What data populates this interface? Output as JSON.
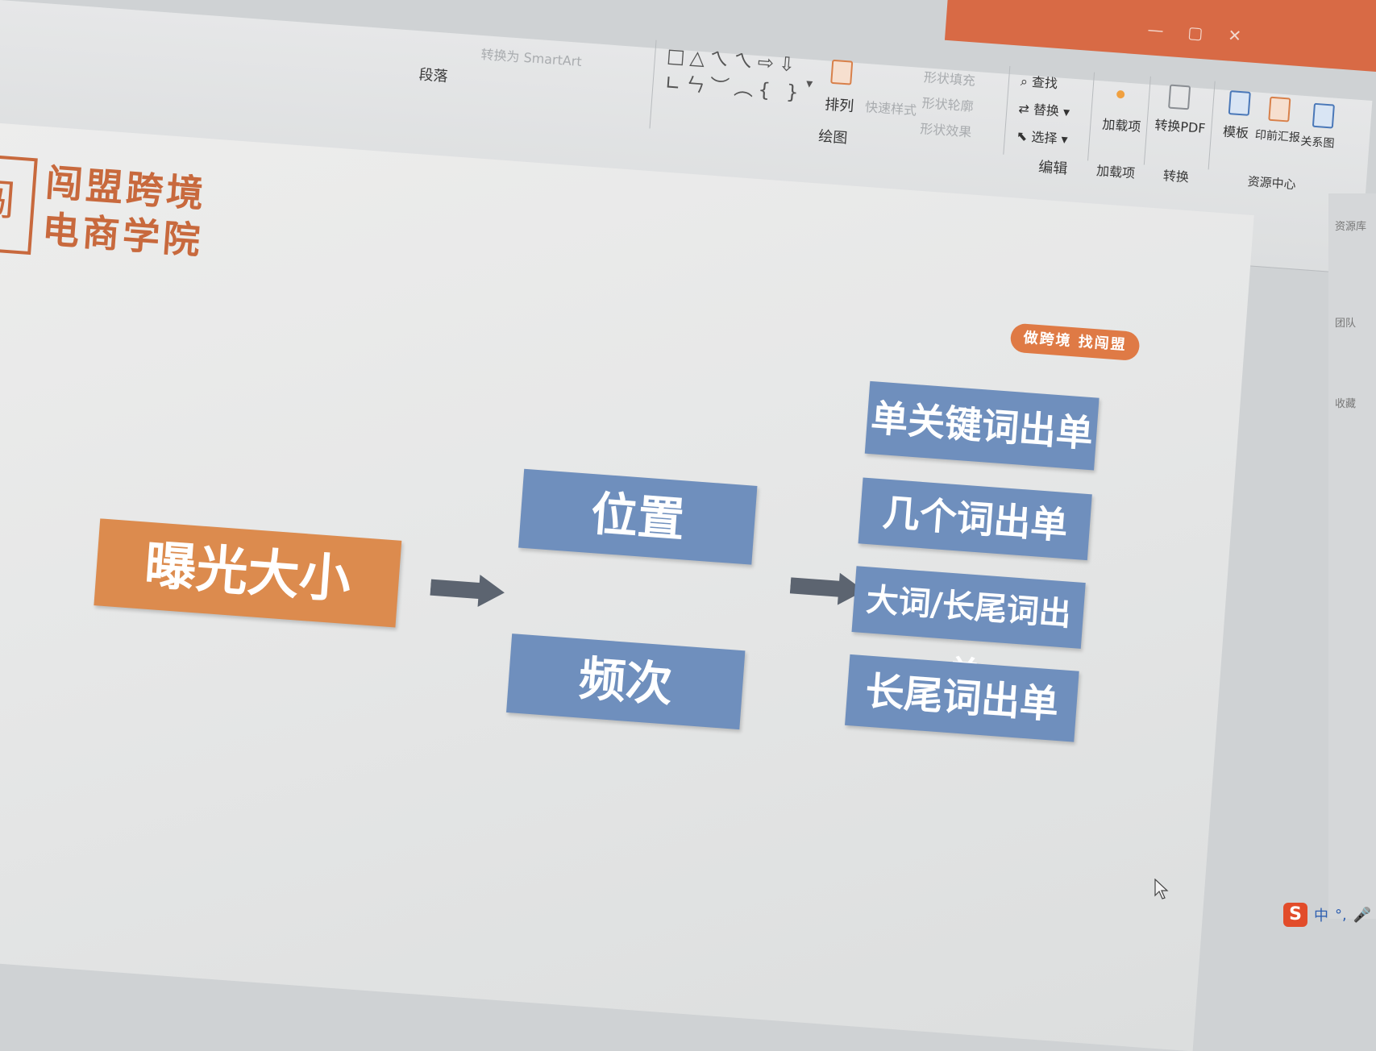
{
  "ribbon": {
    "paragraph_group_label": "段落",
    "smartart_label": "转换为 SmartArt",
    "drawing_group_label": "绘图",
    "arrange_label": "排列",
    "quick_styles_label": "快速样式",
    "shape_fill_label": "形状填充",
    "shape_outline_label": "形状轮廓",
    "shape_effects_label": "形状效果",
    "find_label": "查找",
    "replace_label": "替换",
    "select_label": "选择",
    "editing_group_label": "编辑",
    "addin_button_label": "加载项",
    "addin_group_label": "加载项",
    "convert_pdf_label": "转换PDF",
    "convert_group_label": "转换",
    "template_label": "模板",
    "print_label": "印前汇报",
    "relation_label": "关系图",
    "resource_center_label": "资源中心",
    "shapes_row1": "□△ㄟㄟ⇨⇩",
    "shapes_row2": "∟ㄣ︶︵{ }"
  },
  "side_panel": {
    "item1": "资源库",
    "item2": "团队",
    "item3": "收藏"
  },
  "slide": {
    "logo_mark": "闯",
    "logo_line1": "闯盟跨境",
    "logo_line2": "电商学院",
    "badge": "做跨境 找闯盟",
    "root_box": "曝光大小",
    "mid_boxes": [
      "位置",
      "频次"
    ],
    "right_boxes": [
      "单关键词出单",
      "几个词出单",
      "大词/长尾词出单",
      "长尾词出单"
    ]
  },
  "ime": {
    "logo": "S",
    "lang": "中",
    "punct": "°,",
    "mic": "🎤"
  },
  "colors": {
    "orange_box": "#dc8b4e",
    "blue_box": "#6f8fbd",
    "arrow": "#5c6470",
    "brand": "#c8693d"
  }
}
